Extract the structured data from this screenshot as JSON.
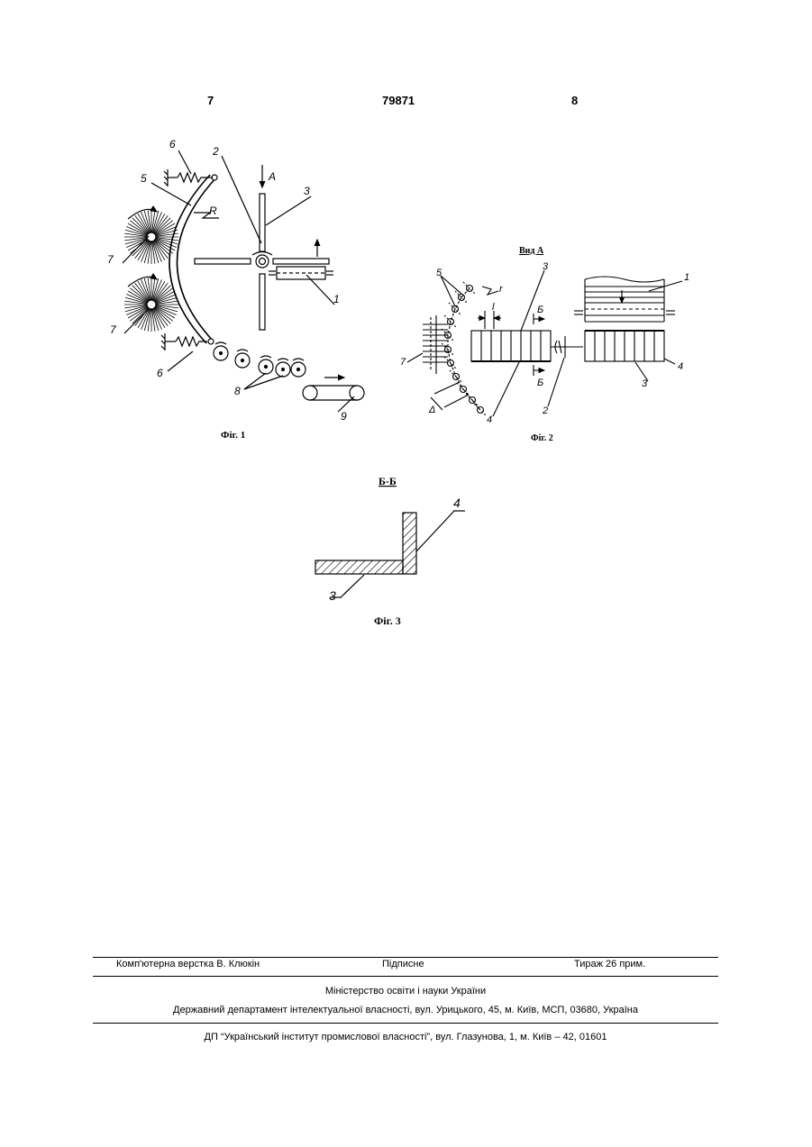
{
  "header": {
    "page_left": "7",
    "patent_number": "79871",
    "page_right": "8"
  },
  "figures": {
    "fig1": {
      "caption": "Фіг. 1",
      "labels": {
        "spring_top": "6",
        "shaft": "2",
        "view_arrow": "A",
        "blade": "3",
        "guide": "5",
        "radius": "R",
        "brush_top": "7",
        "brush_bottom": "7",
        "conveyor": "1",
        "spring_bottom": "6",
        "rollers": "8",
        "belt": "9"
      }
    },
    "fig2": {
      "caption": "Фіг. 2",
      "view_title": "Вид А",
      "labels": {
        "guide": "5",
        "blade": "3",
        "conveyor": "1",
        "radius_small": "r",
        "pitch": "l",
        "section_top": "Б",
        "section_bottom": "Б",
        "brush": "7",
        "delta": "Δ",
        "plate_left": "4",
        "shaft": "2",
        "blade_right": "3",
        "plate_right": "4"
      }
    },
    "fig3": {
      "caption": "Фіг. 3",
      "section_title": "Б-Б",
      "labels": {
        "plate": "4",
        "blade": "3"
      }
    }
  },
  "footer": {
    "typesetting": "Комп'ютерна верстка В. Клюкін",
    "subscription": "Підписне",
    "circulation": "Тираж 26 прим.",
    "ministry": "Міністерство освіти і науки України",
    "department": "Державний департамент інтелектуальної власності, вул. Урицького, 45, м. Київ, МСП, 03680, Україна",
    "institute": "ДП “Український інститут промислової власності”, вул. Глазунова, 1, м. Київ – 42, 01601"
  }
}
